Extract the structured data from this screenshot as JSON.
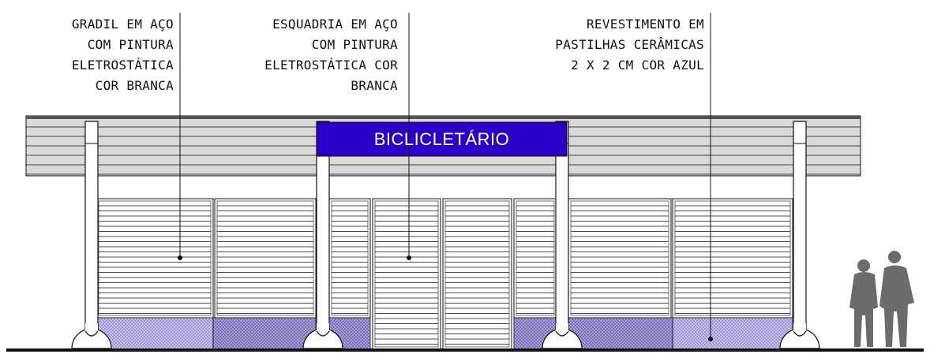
{
  "annotations": [
    {
      "id": "railing",
      "lines": [
        "GRADIL EM AÇO",
        "COM PINTURA",
        "ELETROSTÁTICA",
        "COR BRANCA"
      ]
    },
    {
      "id": "frame",
      "lines": [
        "ESQUADRIA EM AÇO",
        "COM PINTURA",
        "ELETROSTÁTICA COR",
        "BRANCA"
      ]
    },
    {
      "id": "cladding",
      "lines": [
        "REVESTIMENTO EM",
        "PASTILHAS CERÂMICAS",
        "2 X 2 CM COR AZUL"
      ]
    }
  ],
  "sign": {
    "label": "BICLICLETÁRIO"
  },
  "colors": {
    "sign_fill": "#2a00c8",
    "canopy_fill": "#d9d9d9",
    "tile_fill": "#b3a8e0",
    "line": "#111111",
    "people": "#6b6b6b"
  }
}
